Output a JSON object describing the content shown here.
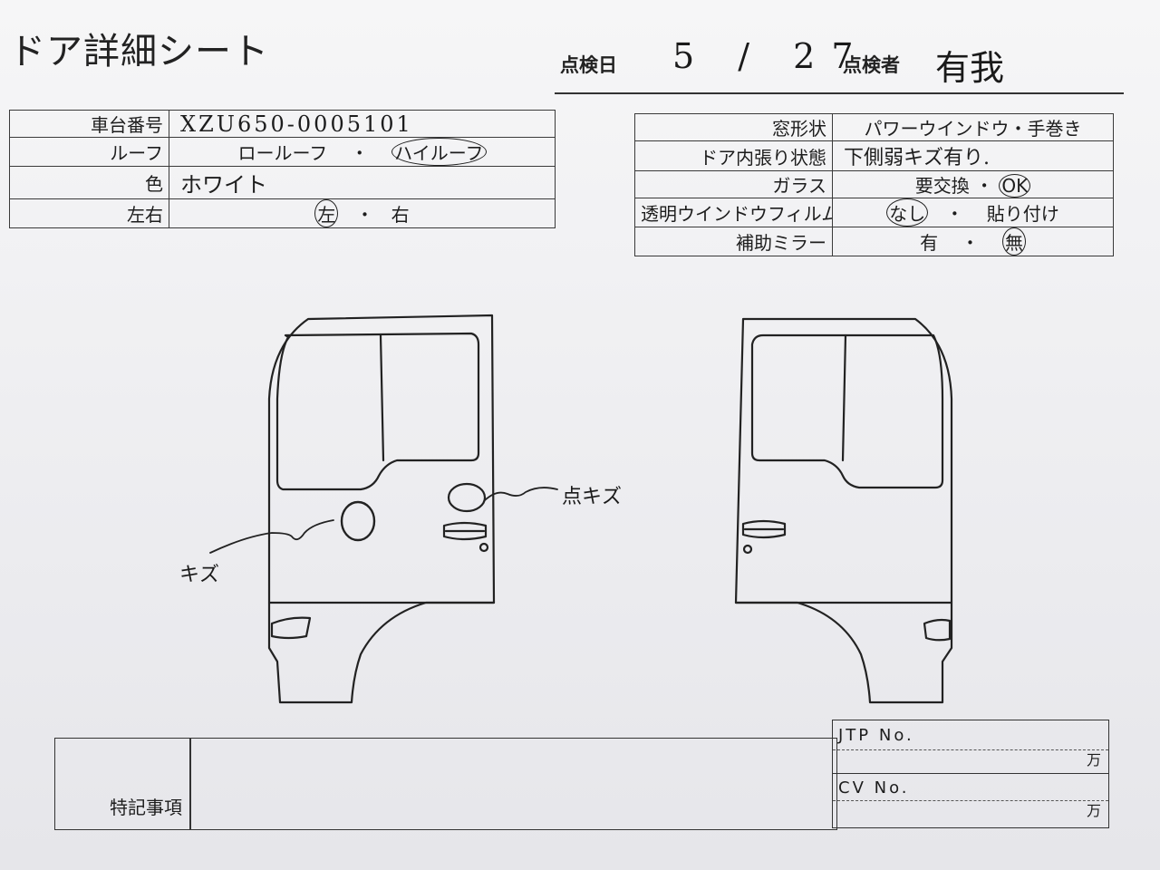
{
  "title": "ドア詳細シート",
  "inspection": {
    "date_label": "点検日",
    "date_value": "5 / 27",
    "inspector_label": "点検者",
    "inspector_value": "有我"
  },
  "left_table": {
    "chassis_label": "車台番号",
    "chassis_value": "XZU650-0005101",
    "roof_label": "ルーフ",
    "roof_option_low": "ロールーフ",
    "roof_sep": "・",
    "roof_option_high": "ハイルーフ",
    "color_label": "色",
    "color_value": "ホワイト",
    "side_label": "左右",
    "side_option_left": "左",
    "side_sep": "・",
    "side_option_right": "右"
  },
  "right_table": {
    "window_label": "窓形状",
    "window_value": "パワーウインドウ・手巻き",
    "trim_label": "ドア内張り状態",
    "trim_value": "下側弱キズ有り.",
    "glass_label": "ガラス",
    "glass_option_replace": "要交換",
    "glass_sep": "・",
    "glass_option_ok": "OK",
    "film_label": "透明ウインドウフィルム",
    "film_option_none": "なし",
    "film_sep": "・",
    "film_option_applied": "貼り付け",
    "mirror_label": "補助ミラー",
    "mirror_option_yes": "有",
    "mirror_sep": "・",
    "mirror_option_no": "無"
  },
  "annotations": {
    "left_door_note": "キズ",
    "right_door_note": "点キズ"
  },
  "bottom": {
    "remarks_label": "特記事項",
    "jtp_label": "JTP No.",
    "jtp_unit": "万",
    "cv_label": "CV No.",
    "cv_unit": "万"
  }
}
